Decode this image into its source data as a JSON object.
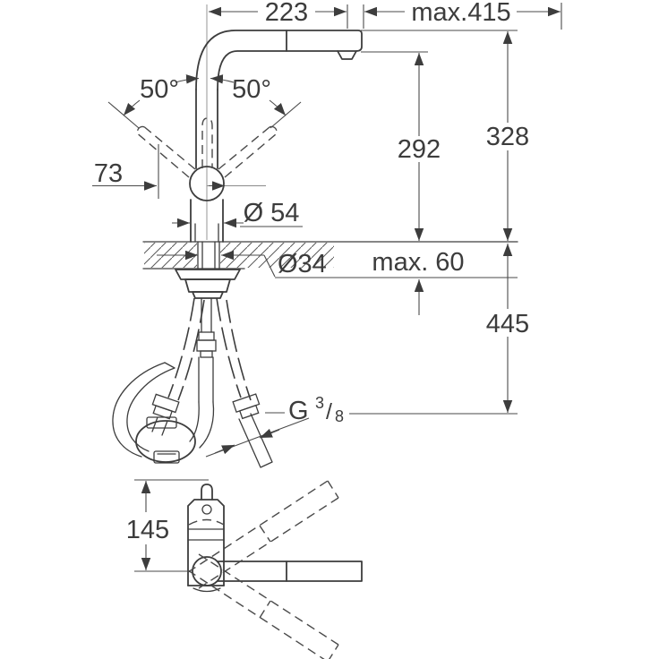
{
  "drawing": {
    "kind": "technical dimensional drawing",
    "subject": "pull-out kitchen faucet, front view with under-counter hose set and top view with spout swivel range"
  },
  "labels": {
    "spout_projection": "223",
    "max_pullout_reach": "max.415",
    "lever_angle_left": "50°",
    "lever_angle_right": "50°",
    "outlet_height": "292",
    "spout_top_height": "328",
    "lever_offset": "73",
    "body_diameter": "Ø 54",
    "hole_diameter": "Ø34",
    "max_counter_thickness": "max. 60",
    "hose_drop": "445",
    "thread_g": "G",
    "thread_sup": "3",
    "thread_slash": "/",
    "thread_sub": "8",
    "swivel_body_height": "145"
  },
  "colors": {
    "line": "#3d3d3d",
    "thin_line": "#8a8a8a",
    "background": "#ffffff"
  }
}
